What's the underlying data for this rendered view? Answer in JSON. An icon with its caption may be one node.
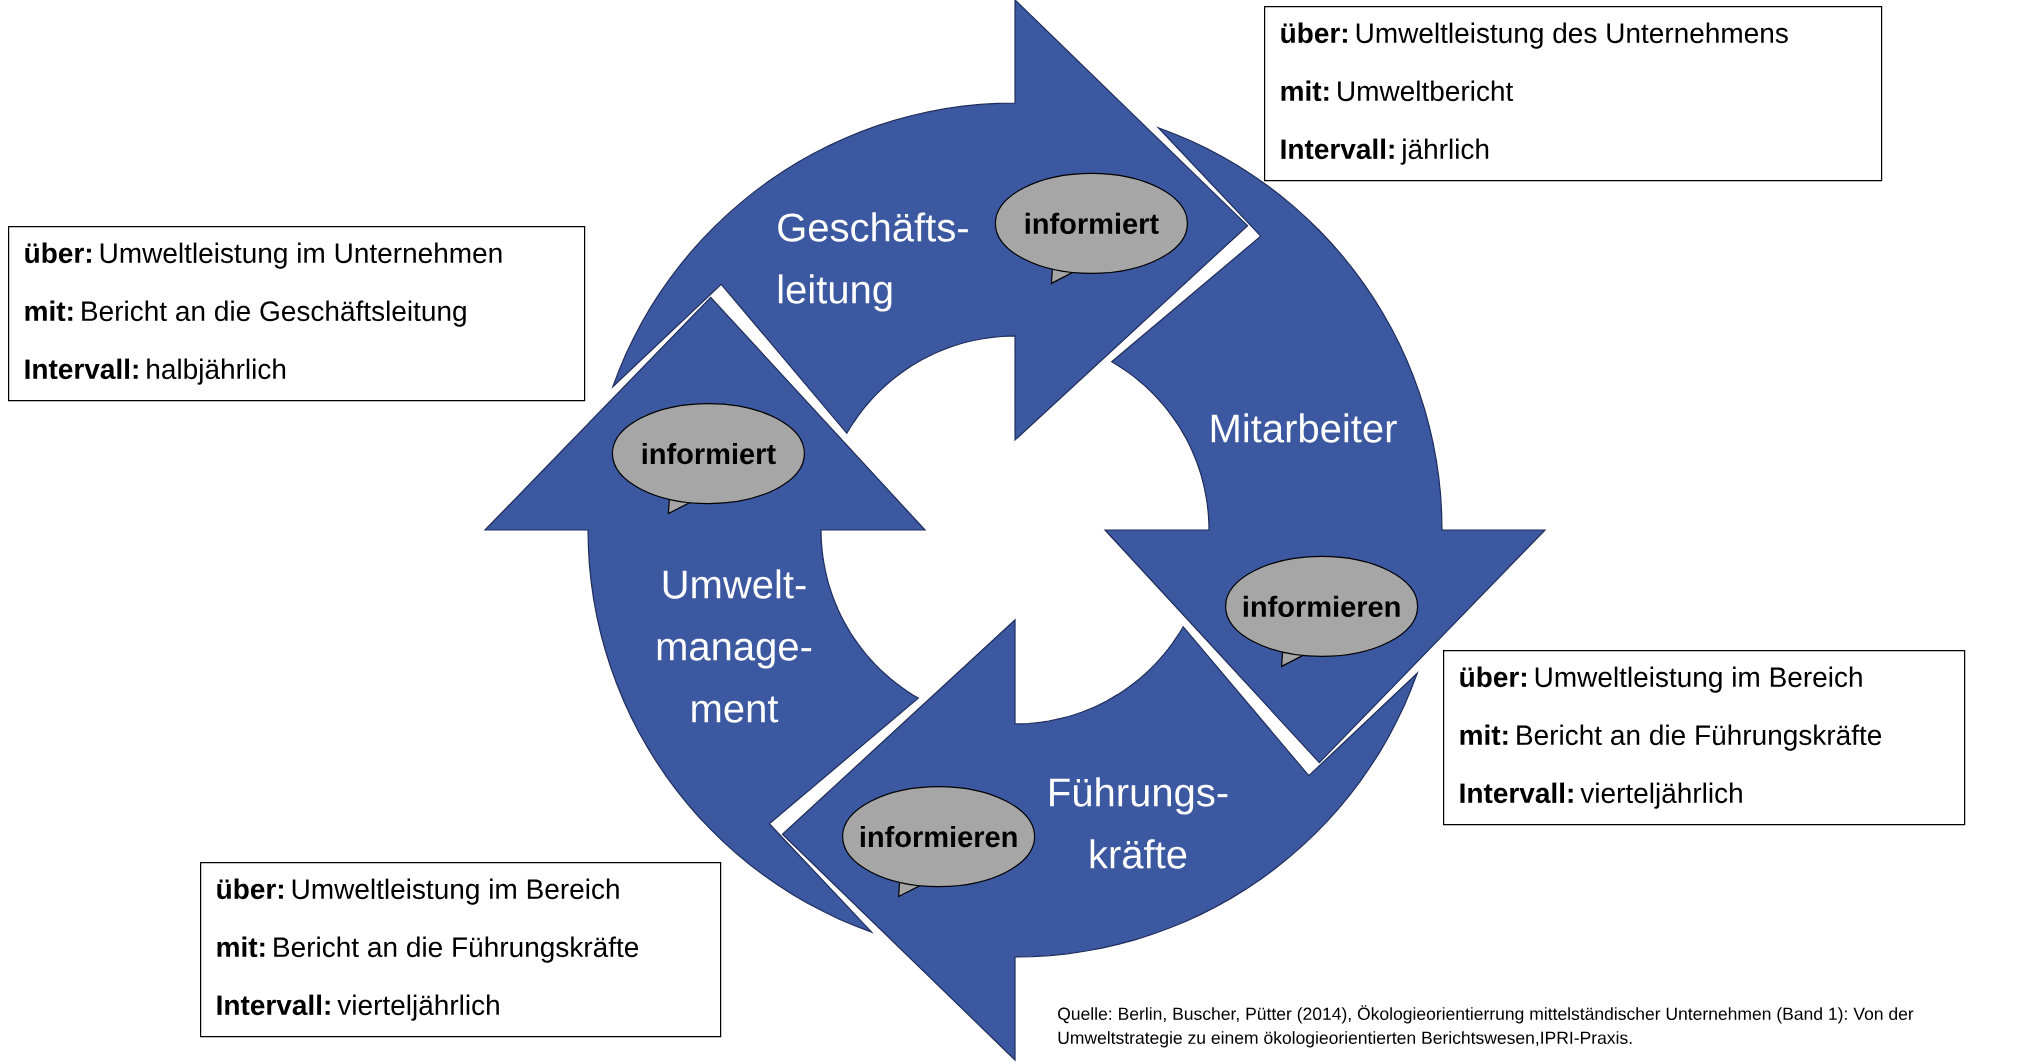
{
  "diagram": {
    "nodes": [
      {
        "text": [
          "Geschäfts- leitung"
        ]
      },
      {
        "text": [
          "informiert"
        ],
        "in": 0
      },
      {
        "text": [
          "Mitarbeiter"
        ]
      },
      {
        "text": [
          "informieren"
        ],
        "in": 2
      },
      {
        "text": [
          "Führungs- kräfte"
        ]
      },
      {
        "text": [
          "informieren"
        ],
        "in": 4
      },
      {
        "text": [
          "Umwelt- manage- ment"
        ]
      },
      {
        "text": [
          "informiert"
        ],
        "in": 6
      },
      {
        "text": [
          "**über:** Umweltleistung des Unternehmens",
          "**mit:** Umweltbericht",
          "**Intervall:** jährlich"
        ]
      },
      {
        "text": [
          "**über:** Umweltleistung im Unternehmen",
          "**mit:** Bericht an die Geschäftsleitung",
          "**Intervall:** halbjährlich"
        ]
      },
      {
        "text": [
          "**über:** Umweltleistung im Bereich",
          "**mit:** Bericht an die Führungskräfte",
          "**Intervall:** vierteljährlich"
        ]
      },
      {
        "text": [
          "**über:** Umweltleistung im Bereich",
          "**mit:** Bericht an die Führungskräfte",
          "**Intervall:** vierteljährlich"
        ]
      }
    ],
    "caption": "Quelle: Berlin, Buscher, Pütter (2014), Ökologieorientierrung mittelständischer Unternehmen (Band 1): Von der Umweltstrategie zu einem ökologieorientierten Berichtswesen,IPRI-Praxis."
  }
}
